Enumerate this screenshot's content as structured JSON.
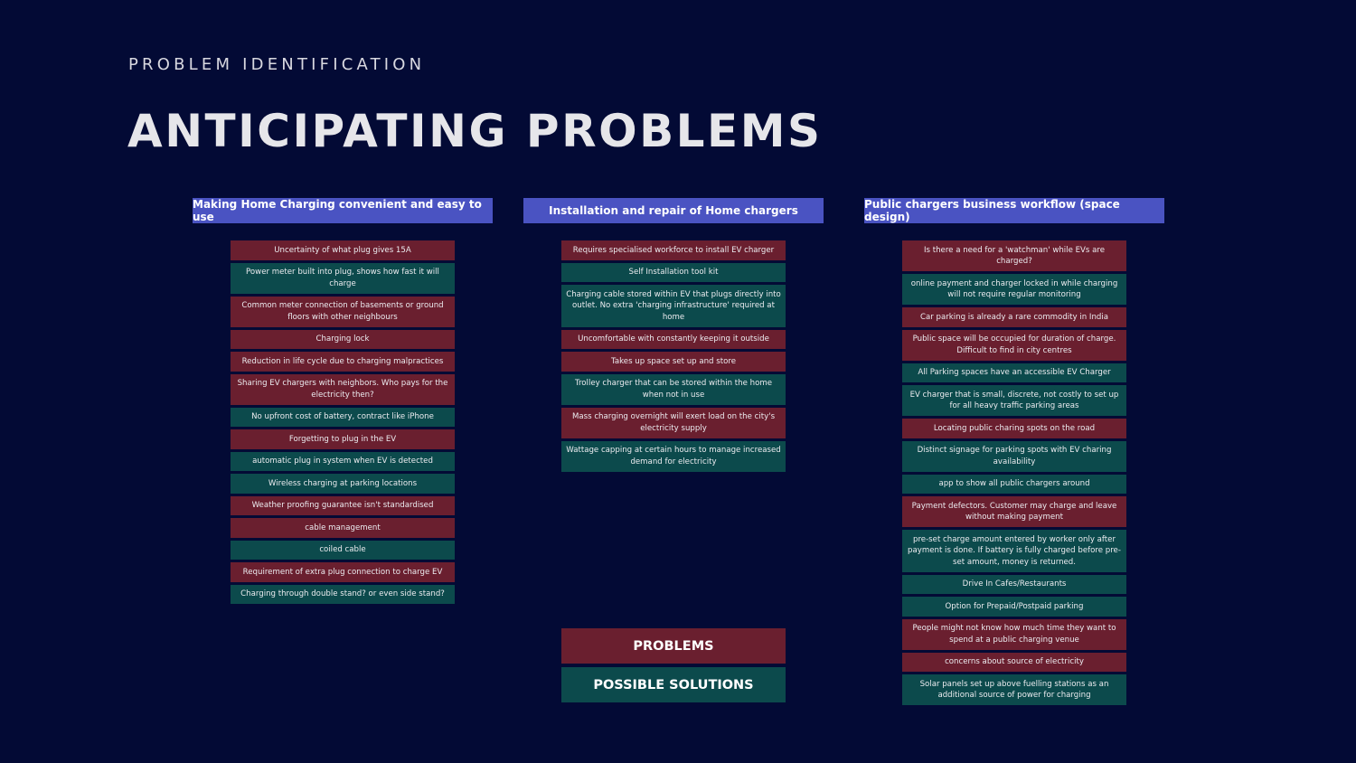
{
  "kicker": "PROBLEM IDENTIFICATION",
  "title": "ANTICIPATING PROBLEMS",
  "colors": {
    "problem": "#6a1f2f",
    "solution": "#0c4a4c",
    "header": "#4a53c2",
    "background": "#030a35"
  },
  "columns": [
    {
      "header": "Making Home Charging convenient and easy to use",
      "items": [
        {
          "type": "p",
          "text": "Uncertainty of what plug gives 15A"
        },
        {
          "type": "s",
          "text": "Power meter built into plug, shows how fast it will charge"
        },
        {
          "type": "p",
          "text": "Common meter connection of basements or ground floors with other neighbours"
        },
        {
          "type": "p",
          "text": "Charging lock"
        },
        {
          "type": "p",
          "text": "Reduction in life cycle due to charging malpractices"
        },
        {
          "type": "p",
          "text": "Sharing EV chargers with neighbors. Who pays for the electricity then?"
        },
        {
          "type": "s",
          "text": "No upfront cost of battery, contract like iPhone"
        },
        {
          "type": "p",
          "text": "Forgetting to plug in the EV"
        },
        {
          "type": "s",
          "text": "automatic plug in system when EV is detected"
        },
        {
          "type": "s",
          "text": "Wireless charging at parking locations"
        },
        {
          "type": "p",
          "text": "Weather proofing guarantee isn't standardised"
        },
        {
          "type": "p",
          "text": "cable management"
        },
        {
          "type": "s",
          "text": "coiled cable"
        },
        {
          "type": "p",
          "text": "Requirement of extra plug connection to charge EV"
        },
        {
          "type": "s",
          "text": "Charging through double stand? or even side stand?"
        }
      ]
    },
    {
      "header": "Installation and repair of Home chargers",
      "items": [
        {
          "type": "p",
          "text": "Requires specialised workforce to install EV charger"
        },
        {
          "type": "s",
          "text": "Self Installation tool kit"
        },
        {
          "type": "s",
          "text": "Charging cable stored within EV that plugs directly into outlet. No extra 'charging infrastructure' required at home"
        },
        {
          "type": "p",
          "text": "Uncomfortable with constantly keeping it outside"
        },
        {
          "type": "p",
          "text": "Takes up space set up and store"
        },
        {
          "type": "s",
          "text": "Trolley charger that can be stored within the home when not in use"
        },
        {
          "type": "p",
          "text": "Mass charging overnight will exert load on the city's electricity supply"
        },
        {
          "type": "s",
          "text": "Wattage capping at certain hours to manage increased demand for electricity"
        }
      ]
    },
    {
      "header": "Public chargers business workflow (space design)",
      "items": [
        {
          "type": "p",
          "text": "Is there a need for a 'watchman' while EVs are charged?"
        },
        {
          "type": "s",
          "text": "online payment and charger locked in while charging will not require regular monitoring"
        },
        {
          "type": "p",
          "text": "Car parking is already a rare commodity in India"
        },
        {
          "type": "p",
          "text": "Public space will be occupied for duration of charge. Difficult to find in city centres"
        },
        {
          "type": "s",
          "text": "All Parking spaces have an accessible EV Charger"
        },
        {
          "type": "s",
          "text": "EV charger that is small, discrete, not costly to set up for all heavy traffic parking areas"
        },
        {
          "type": "p",
          "text": "Locating public charing spots on the road"
        },
        {
          "type": "s",
          "text": "Distinct signage for parking spots with EV charing availability"
        },
        {
          "type": "s",
          "text": "app to show all public chargers around"
        },
        {
          "type": "p",
          "text": "Payment defectors. Customer may charge and leave without making payment"
        },
        {
          "type": "s",
          "text": "pre-set charge amount entered by worker only after payment is done. If battery is fully charged before pre-set amount, money is returned."
        },
        {
          "type": "s",
          "text": "Drive In Cafes/Restaurants"
        },
        {
          "type": "s",
          "text": "Option for Prepaid/Postpaid parking"
        },
        {
          "type": "p",
          "text": "People might not know how much time they want to spend at a public charging venue"
        },
        {
          "type": "p",
          "text": "concerns about source of electricity"
        },
        {
          "type": "s",
          "text": "Solar panels set up above fuelling stations as an additional source of power for charging"
        }
      ]
    }
  ],
  "legend": {
    "problems": "PROBLEMS",
    "solutions": "POSSIBLE SOLUTIONS"
  }
}
